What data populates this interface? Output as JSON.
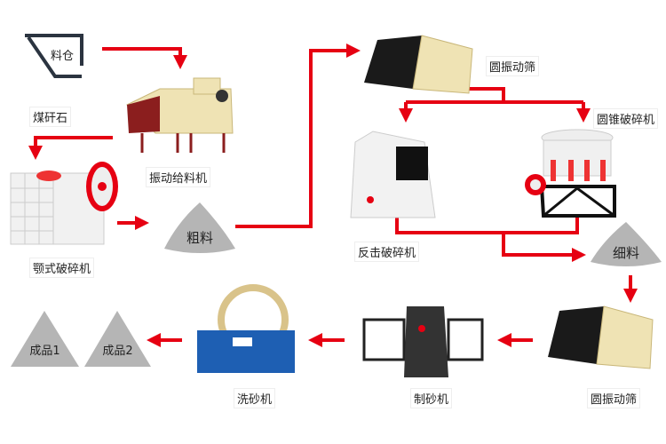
{
  "title": "煤矸石制砂生产线流程",
  "colors": {
    "arrow": "#e60012",
    "pile": "#b5b5b5",
    "silo": "#2b3440"
  },
  "nodes": {
    "silo": "料仓",
    "raw_material": "煤矸石",
    "feeder": "振动给料机",
    "jaw_crusher": "颚式破碎机",
    "coarse": "粗料",
    "screen1": "圆振动筛",
    "cone_crusher": "圆锥破碎机",
    "impact_crusher": "反击破碎机",
    "fine": "细料",
    "screen2": "圆振动筛",
    "sand_maker": "制砂机",
    "sand_washer": "洗砂机",
    "product2": "成品2",
    "product1": "成品1"
  }
}
